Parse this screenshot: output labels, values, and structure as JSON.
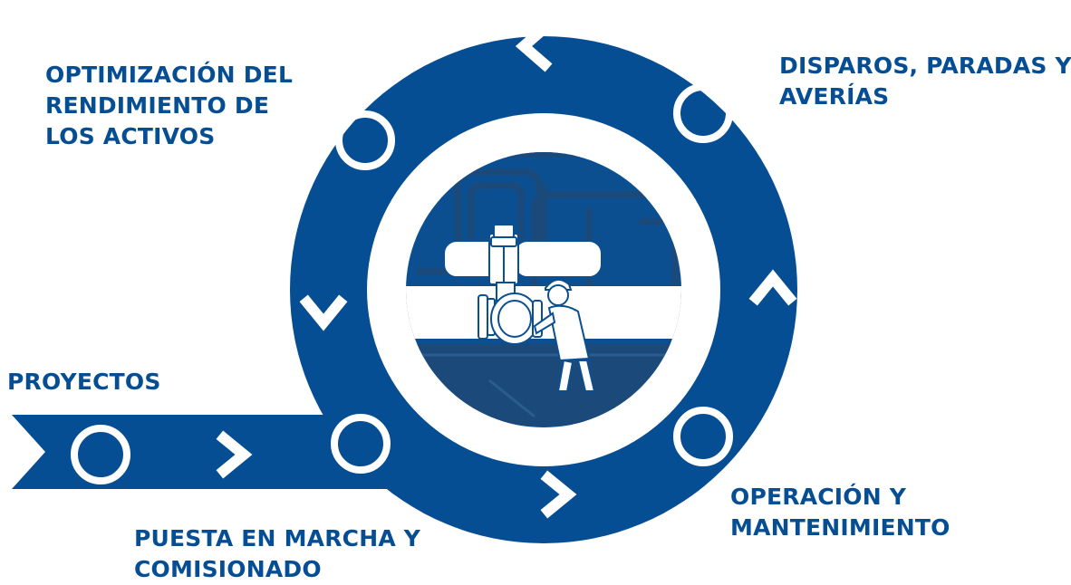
{
  "colors": {
    "brand_blue": "#064e93",
    "illustration_bg": "#0b4f91",
    "machinery_dark": "#1b4a7a",
    "white": "#ffffff"
  },
  "stages": {
    "optimizacion": {
      "lines": [
        "OPTIMIZACIÓN DEL",
        "RENDIMIENTO DE",
        "LOS ACTIVOS"
      ]
    },
    "disparos": {
      "lines": [
        "DISPAROS, PARADAS Y",
        "AVERÍAS"
      ]
    },
    "proyectos": {
      "lines": [
        "PROYECTOS"
      ]
    },
    "operacion": {
      "lines": [
        "OPERACIÓN Y",
        "MANTENIMIENTO"
      ]
    },
    "puesta": {
      "lines": [
        "PUESTA EN MARCHA Y",
        "COMISIONADO"
      ]
    }
  },
  "icons": {
    "stage_node": "ring-marker-icon",
    "direction": "chevron-arrow-icon",
    "center": "technician-operating-valve-illustration"
  }
}
